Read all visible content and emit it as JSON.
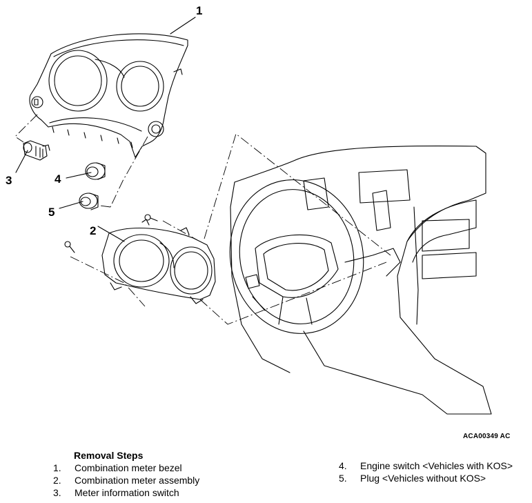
{
  "figure": {
    "reference_code": "ACA00349 AC",
    "callouts": [
      "1",
      "2",
      "3",
      "4",
      "5"
    ]
  },
  "removal_steps": {
    "title": "Removal Steps",
    "items": [
      {
        "num": "1.",
        "label": "Combination meter bezel"
      },
      {
        "num": "2.",
        "label": "Combination meter assembly"
      },
      {
        "num": "3.",
        "label": "Meter information switch"
      },
      {
        "num": "4.",
        "label": "Engine switch <Vehicles with KOS>"
      },
      {
        "num": "5.",
        "label": "Plug <Vehicles without KOS>"
      }
    ]
  }
}
